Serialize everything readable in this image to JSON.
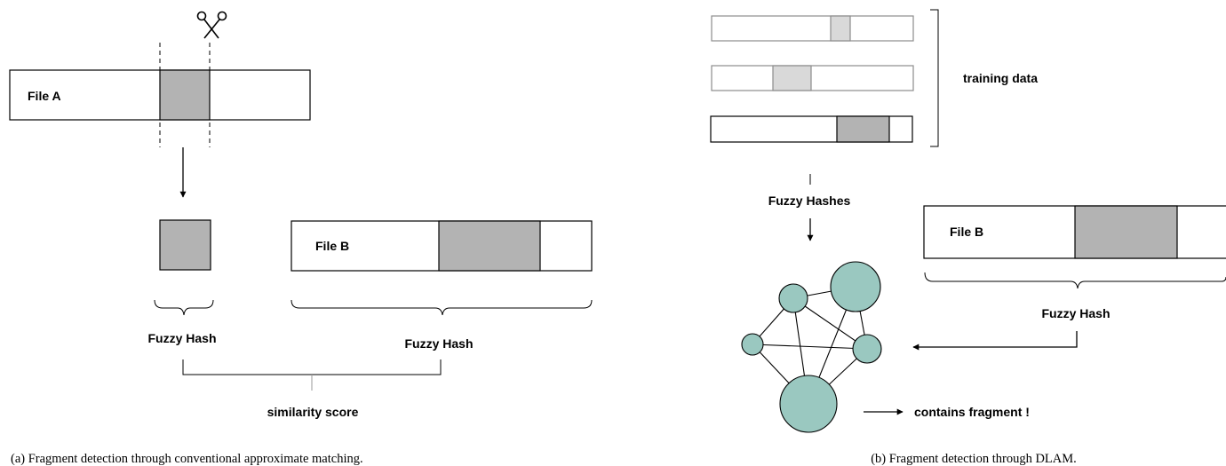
{
  "panel_a": {
    "file_a_label": "File A",
    "file_b_label": "File B",
    "fuzzy_hash_left": "Fuzzy Hash",
    "fuzzy_hash_right": "Fuzzy Hash",
    "similarity_label": "similarity score",
    "caption": "(a) Fragment detection through conventional approximate matching."
  },
  "panel_b": {
    "training_label": "training data",
    "fuzzy_hashes_label": "Fuzzy Hashes",
    "file_b_label": "File B",
    "fuzzy_hash_label": "Fuzzy Hash",
    "contains_label": "contains fragment !",
    "caption": "(b) Fragment detection through DLAM."
  },
  "colors": {
    "fragment_fill": "#b3b3b3",
    "training_fragment_fill": "#d9d9d9",
    "node_fill": "#9ac8c0",
    "stroke": "#000000",
    "training_stroke": "#8c8c8c"
  },
  "icons": {
    "cut": "scissors-icon"
  }
}
